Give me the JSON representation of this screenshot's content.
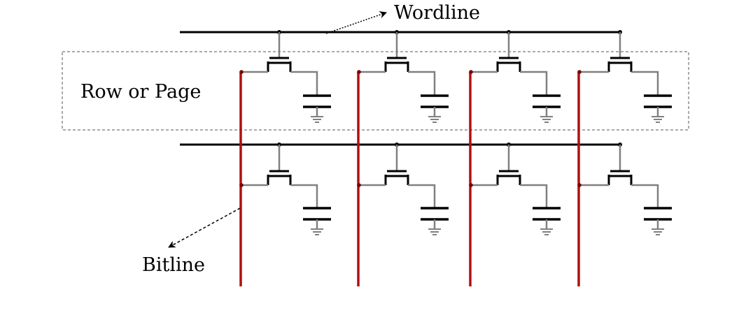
{
  "labels": {
    "wordline": "Wordline",
    "row": "Row or Page",
    "bitline": "Bitline"
  },
  "diagram": {
    "rows": 2,
    "columns": 4
  },
  "colors": {
    "wordline": "#000000",
    "bitline": "#b01010",
    "cell_wire": "#808080",
    "transistor": "#000000",
    "capacitor": "#000000",
    "ground": "#808080",
    "row_box": "#555555"
  }
}
